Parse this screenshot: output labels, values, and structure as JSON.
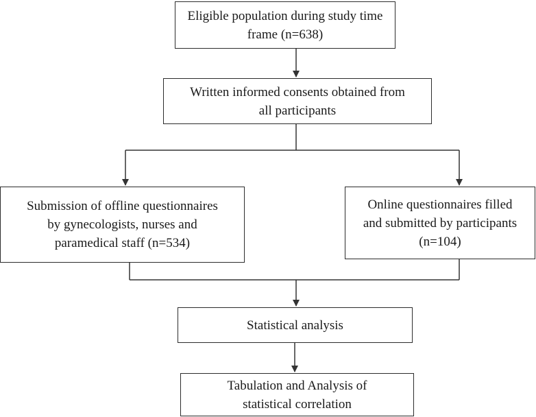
{
  "flowchart": {
    "eligible_population": [
      "Eligible population during study time",
      "frame (n=638)"
    ],
    "informed_consent": [
      "Written informed consents obtained from",
      "all participants"
    ],
    "offline_questionnaires": [
      "Submission of offline questionnaires",
      "by gynecologists, nurses and",
      "paramedical staff (n=534)"
    ],
    "online_questionnaires": [
      "Online questionnaires filled",
      "and submitted by participants",
      "(n=104)"
    ],
    "statistical_analysis": [
      "Statistical analysis"
    ],
    "tabulation": [
      "Tabulation and Analysis of",
      "statistical correlation"
    ]
  },
  "colors": {
    "line": "#333333",
    "border": "#2b2b2b",
    "text": "#1a1a1a"
  }
}
